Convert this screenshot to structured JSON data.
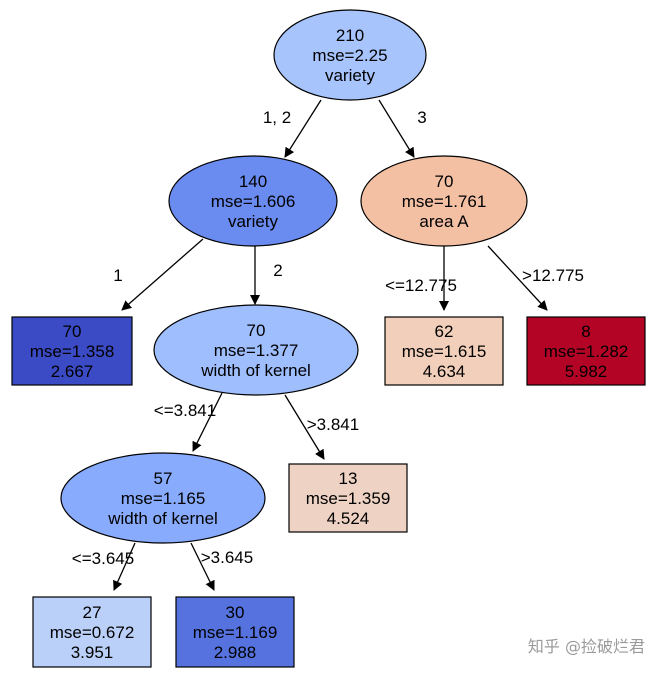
{
  "nodes": [
    {
      "id": "root",
      "shape": "ellipse",
      "fill": "#a7c4fd",
      "lines": [
        "210",
        "mse=2.25",
        "variety"
      ]
    },
    {
      "id": "n1",
      "shape": "ellipse",
      "fill": "#6a8bef",
      "lines": [
        "140",
        "mse=1.606",
        "variety"
      ]
    },
    {
      "id": "n2",
      "shape": "ellipse",
      "fill": "#f4c0a4",
      "lines": [
        "70",
        "mse=1.761",
        "area A"
      ]
    },
    {
      "id": "n3",
      "shape": "box",
      "fill": "#3b4bc5",
      "lines": [
        "70",
        "mse=1.358",
        "2.667"
      ]
    },
    {
      "id": "n4",
      "shape": "ellipse",
      "fill": "#9fbefe",
      "lines": [
        "70",
        "mse=1.377",
        "width of kernel"
      ]
    },
    {
      "id": "n5",
      "shape": "box",
      "fill": "#f2cfba",
      "lines": [
        "62",
        "mse=1.615",
        "4.634"
      ]
    },
    {
      "id": "n6",
      "shape": "box",
      "fill": "#b40426",
      "lines": [
        "8",
        "mse=1.282",
        "5.982"
      ]
    },
    {
      "id": "n7",
      "shape": "ellipse",
      "fill": "#88abfd",
      "lines": [
        "57",
        "mse=1.165",
        "width of kernel"
      ]
    },
    {
      "id": "n8",
      "shape": "box",
      "fill": "#eed3c5",
      "lines": [
        "13",
        "mse=1.359",
        "4.524"
      ]
    },
    {
      "id": "n9",
      "shape": "box",
      "fill": "#bad0f8",
      "lines": [
        "27",
        "mse=0.672",
        "3.951"
      ]
    },
    {
      "id": "n10",
      "shape": "box",
      "fill": "#5572df",
      "lines": [
        "30",
        "mse=1.169",
        "2.988"
      ]
    }
  ],
  "edges": [
    {
      "from": "root",
      "to": "n1",
      "label": "1, 2"
    },
    {
      "from": "root",
      "to": "n2",
      "label": "3"
    },
    {
      "from": "n1",
      "to": "n3",
      "label": "1"
    },
    {
      "from": "n1",
      "to": "n4",
      "label": "2"
    },
    {
      "from": "n2",
      "to": "n5",
      "label": "<=12.775"
    },
    {
      "from": "n2",
      "to": "n6",
      "label": ">12.775"
    },
    {
      "from": "n4",
      "to": "n7",
      "label": "<=3.841"
    },
    {
      "from": "n4",
      "to": "n8",
      "label": ">3.841"
    },
    {
      "from": "n7",
      "to": "n9",
      "label": "<=3.645"
    },
    {
      "from": "n7",
      "to": "n10",
      "label": ">3.645"
    }
  ],
  "watermark": "知乎 @捡破烂君"
}
